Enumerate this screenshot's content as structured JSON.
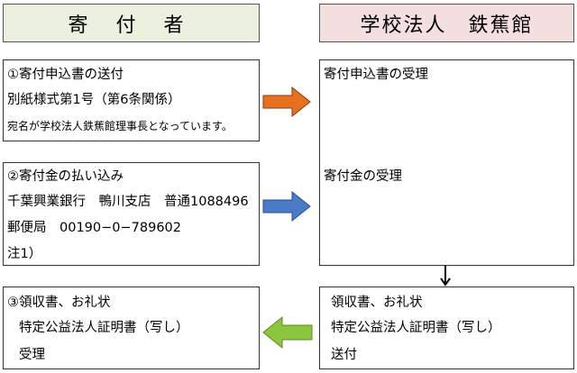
{
  "headers": {
    "donor": "寄 付 者",
    "school": "学校法人　鉄蕉館"
  },
  "left_boxes": [
    {
      "lines": [
        "①寄付申込書の送付",
        "別紙様式第1号（第6条関係）",
        "宛名が学校法人鉄蕉館理事長となっています。"
      ]
    },
    {
      "lines": [
        "②寄付金の払い込み",
        "千葉興業銀行　鴨川支店　普通1088496",
        "郵便局　00190−0−789602",
        "注1）"
      ]
    },
    {
      "lines": [
        "③領収書、お礼状",
        "特定公益法人証明書（写し）",
        "受理"
      ]
    }
  ],
  "right_boxes": [
    {
      "lines": [
        "寄付申込書の受理",
        "寄付金の受理"
      ]
    },
    {
      "lines": [
        "領収書、お礼状",
        "特定公益法人証明書（写し）",
        "送付"
      ]
    }
  ],
  "colors": {
    "donor_header_bg": "#ebf0df",
    "school_header_bg": "#f3dee0",
    "arrow_orange": "#e8701f",
    "arrow_blue": "#4a7bc8",
    "arrow_green": "#8cc63f"
  }
}
